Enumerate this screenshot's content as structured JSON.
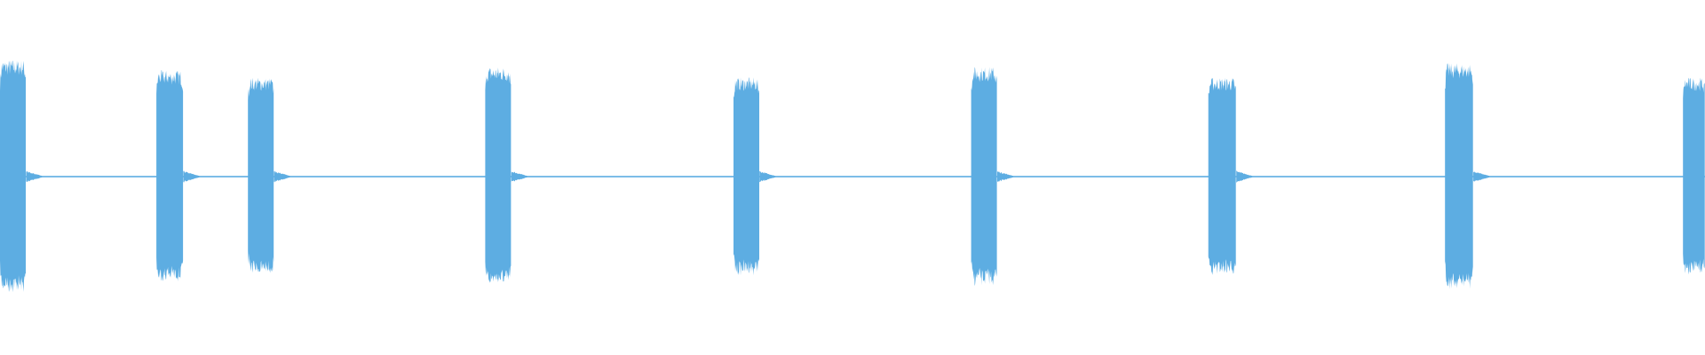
{
  "waveform": {
    "color": "#5dade2",
    "background": "#ffffff",
    "time_range": [
      0,
      1
    ],
    "amplitude_range": [
      -1,
      1
    ],
    "silence_amplitude": 0.004,
    "bursts": [
      {
        "start": 0.0,
        "end": 0.0153,
        "amplitude": 0.66
      },
      {
        "start": 0.0917,
        "end": 0.1075,
        "amplitude": 0.6
      },
      {
        "start": 0.1454,
        "end": 0.1607,
        "amplitude": 0.56
      },
      {
        "start": 0.2846,
        "end": 0.2999,
        "amplitude": 0.62
      },
      {
        "start": 0.4302,
        "end": 0.4454,
        "amplitude": 0.56
      },
      {
        "start": 0.5696,
        "end": 0.5849,
        "amplitude": 0.62
      },
      {
        "start": 0.7087,
        "end": 0.7251,
        "amplitude": 0.56
      },
      {
        "start": 0.8475,
        "end": 0.8641,
        "amplitude": 0.64
      },
      {
        "start": 0.9871,
        "end": 1.0,
        "amplitude": 0.56
      }
    ]
  }
}
